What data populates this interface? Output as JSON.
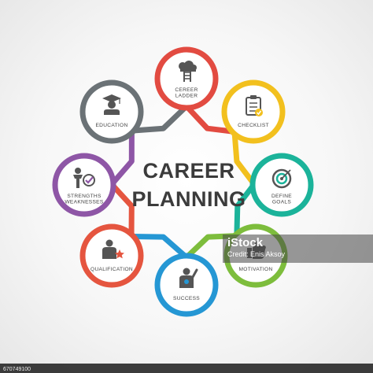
{
  "title": {
    "line1": "CAREER",
    "line2": "PLANNING"
  },
  "nodes": [
    {
      "id": "career-ladder",
      "lines": [
        "CEREER",
        "LADDER"
      ],
      "color": "#e24b41",
      "icon": "ladder-cloud-icon"
    },
    {
      "id": "checklist",
      "lines": [
        "CHECKLIST"
      ],
      "color": "#f2c01e",
      "icon": "clipboard-check-icon"
    },
    {
      "id": "define-goals",
      "lines": [
        "DEFINE",
        "GOALS"
      ],
      "color": "#1bb39a",
      "icon": "target-arrow-icon"
    },
    {
      "id": "motivation",
      "lines": [
        "MOTIVATION"
      ],
      "color": "#7dbd3c",
      "icon": "thumbs-up-icon"
    },
    {
      "id": "success",
      "lines": [
        "SUCCESS"
      ],
      "color": "#2597d4",
      "icon": "person-medal-icon"
    },
    {
      "id": "qualification",
      "lines": [
        "QUALIFICATION"
      ],
      "color": "#e5553f",
      "icon": "person-star-icon"
    },
    {
      "id": "strengths-weaknesses",
      "lines": [
        "STRENGTHS",
        "WEAKNESSES"
      ],
      "color": "#8e56a6",
      "icon": "person-check-icon"
    },
    {
      "id": "education",
      "lines": [
        "EDUCATION"
      ],
      "color": "#6b7276",
      "icon": "graduate-icon"
    }
  ],
  "watermark": {
    "brand": "iStock",
    "credit": "Credit: Enis Aksoy"
  },
  "image_id": "670749100"
}
